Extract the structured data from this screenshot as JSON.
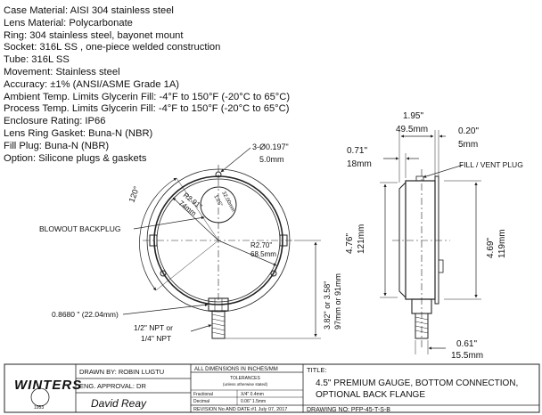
{
  "specs": [
    "Case Material: AISI 304 stainless steel",
    "Lens Material: Polycarbonate",
    "Ring: 304 stainless steel, bayonet mount",
    "Socket: 316L SS , one-piece welded construction",
    "Tube: 316L SS",
    "Movement: Stainless steel",
    "Accuracy: ±1% (ANSI/ASME Grade 1A)",
    "Ambient Temp. Limits Glycerin Fill: -4°F to 150°F (-20°C to 65°C)",
    "Process Temp. Limits Glycerin Fill: -4°F to 150°F (-20°C to 65°C)",
    "Enclosure Rating: IP66",
    "Lens Ring Gasket: Buna-N (NBR)",
    "Fill Plug: Buna-N (NBR)",
    "Option: Silicone plugs & gaskets"
  ],
  "front_view": {
    "holes_in": "3-Ø0.197\"",
    "holes_mm": "5.0mm",
    "angle": "120°",
    "r_outer_in": "R2.91\"",
    "r_outer_mm": "74mm",
    "center_in": "1.26\"",
    "center_mm": "32.00mm",
    "r_inner_in": "R2.70\"",
    "r_inner_mm": "68.5mm",
    "backplug": "BLOWOUT BACKPLUG",
    "hex_dim": "0.8680 \" (22.04mm)",
    "npt_line1": "1/2\" NPT or",
    "npt_line2": "1/4\" NPT",
    "height_in": "3.82\" or 3.58\"",
    "height_mm": "97mm or 91mm"
  },
  "side_view": {
    "depth_in": "1.95\"",
    "depth_mm": "49.5mm",
    "flange_in": "0.20\"",
    "flange_mm": "5mm",
    "front_in": "0.71\"",
    "front_mm": "18mm",
    "fill_plug": "FILL / VENT PLUG",
    "dia_in": "4.76\"",
    "dia_mm": "121mm",
    "body_in": "4.69\"",
    "body_mm": "119mm",
    "stem_in": "0.61\"",
    "stem_mm": "15.5mm"
  },
  "title_block": {
    "logo": "WINTERS",
    "logo_year": "1953",
    "drawn_by": "DRAWN BY: ROBIN LUGTU",
    "eng_approval": "ENG. APPROVAL: DR",
    "signature": "David Reay",
    "dims": "ALL DIMENSIONS IN INCHES/MM",
    "tolerances": "TOLERANCES",
    "unless": "(unless otherwise stated)",
    "fractional": "Fractional",
    "fractional_val": "X/4\" 0.4mm",
    "decimal": "Decimal",
    "decimal_val": "0.06\" 1.5mm",
    "revision": "REVISION No AND DATE:#1  July 07, 2017",
    "title_label": "TITLE:",
    "title_line1": "4.5\" PREMIUM GAUGE, BOTTOM CONNECTION,",
    "title_line2": "OPTIONAL BACK FLANGE",
    "drawing_no": "DRAWING NO: PFP-45-T-S-B"
  },
  "colors": {
    "line": "#222222",
    "paper": "#ffffff"
  }
}
